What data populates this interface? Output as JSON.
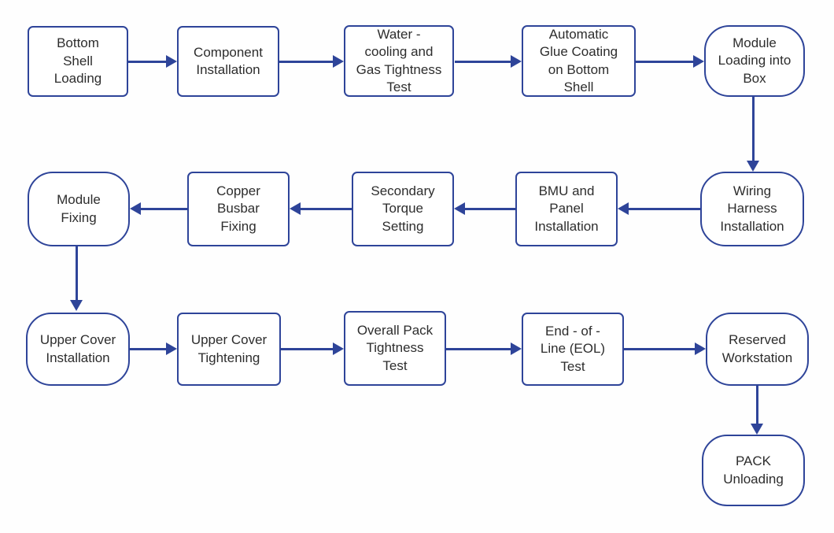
{
  "diagram": {
    "type": "flowchart",
    "colors": {
      "line": "#2e4499",
      "text": "#2d2d2d",
      "node_fill": "#ffffff",
      "background": "#fefefe"
    },
    "shapes": {
      "process": "rectangle",
      "terminal": "rounded-rectangle"
    }
  },
  "nodes": [
    {
      "id": "bottom-shell-loading",
      "label": "Bottom\nShell\nLoading",
      "shape": "rect"
    },
    {
      "id": "component-installation",
      "label": "Component\nInstallation",
      "shape": "rect"
    },
    {
      "id": "water-cooling-gas-tightness-test",
      "label": "Water -\ncooling and\nGas Tightness\nTest",
      "shape": "rect"
    },
    {
      "id": "automatic-glue-coating-bottom-shell",
      "label": "Automatic\nGlue Coating\non Bottom\nShell",
      "shape": "rect"
    },
    {
      "id": "module-loading-into-box",
      "label": "Module\nLoading into\nBox",
      "shape": "round"
    },
    {
      "id": "wiring-harness-installation",
      "label": "Wiring\nHarness\nInstallation",
      "shape": "round"
    },
    {
      "id": "bmu-panel-installation",
      "label": "BMU and\nPanel\nInstallation",
      "shape": "rect"
    },
    {
      "id": "secondary-torque-setting",
      "label": "Secondary\nTorque\nSetting",
      "shape": "rect"
    },
    {
      "id": "copper-busbar-fixing",
      "label": "Copper\nBusbar\nFixing",
      "shape": "rect"
    },
    {
      "id": "module-fixing",
      "label": "Module\nFixing",
      "shape": "round"
    },
    {
      "id": "upper-cover-installation",
      "label": "Upper Cover\nInstallation",
      "shape": "round"
    },
    {
      "id": "upper-cover-tightening",
      "label": "Upper Cover\nTightening",
      "shape": "rect"
    },
    {
      "id": "overall-pack-tightness-test",
      "label": "Overall Pack\nTightness\nTest",
      "shape": "rect"
    },
    {
      "id": "end-of-line-eol-test",
      "label": "End - of -\nLine (EOL)\nTest",
      "shape": "rect"
    },
    {
      "id": "reserved-workstation",
      "label": "Reserved\nWorkstation",
      "shape": "round"
    },
    {
      "id": "pack-unloading",
      "label": "PACK\nUnloading",
      "shape": "round"
    }
  ],
  "edges": [
    {
      "from": "bottom-shell-loading",
      "to": "component-installation",
      "direction": "right"
    },
    {
      "from": "component-installation",
      "to": "water-cooling-gas-tightness-test",
      "direction": "right"
    },
    {
      "from": "water-cooling-gas-tightness-test",
      "to": "automatic-glue-coating-bottom-shell",
      "direction": "right"
    },
    {
      "from": "automatic-glue-coating-bottom-shell",
      "to": "module-loading-into-box",
      "direction": "right"
    },
    {
      "from": "module-loading-into-box",
      "to": "wiring-harness-installation",
      "direction": "down"
    },
    {
      "from": "wiring-harness-installation",
      "to": "bmu-panel-installation",
      "direction": "left"
    },
    {
      "from": "bmu-panel-installation",
      "to": "secondary-torque-setting",
      "direction": "left"
    },
    {
      "from": "secondary-torque-setting",
      "to": "copper-busbar-fixing",
      "direction": "left"
    },
    {
      "from": "copper-busbar-fixing",
      "to": "module-fixing",
      "direction": "left"
    },
    {
      "from": "module-fixing",
      "to": "upper-cover-installation",
      "direction": "down"
    },
    {
      "from": "upper-cover-installation",
      "to": "upper-cover-tightening",
      "direction": "right"
    },
    {
      "from": "upper-cover-tightening",
      "to": "overall-pack-tightness-test",
      "direction": "right"
    },
    {
      "from": "overall-pack-tightness-test",
      "to": "end-of-line-eol-test",
      "direction": "right"
    },
    {
      "from": "end-of-line-eol-test",
      "to": "reserved-workstation",
      "direction": "right"
    },
    {
      "from": "reserved-workstation",
      "to": "pack-unloading",
      "direction": "down"
    }
  ]
}
